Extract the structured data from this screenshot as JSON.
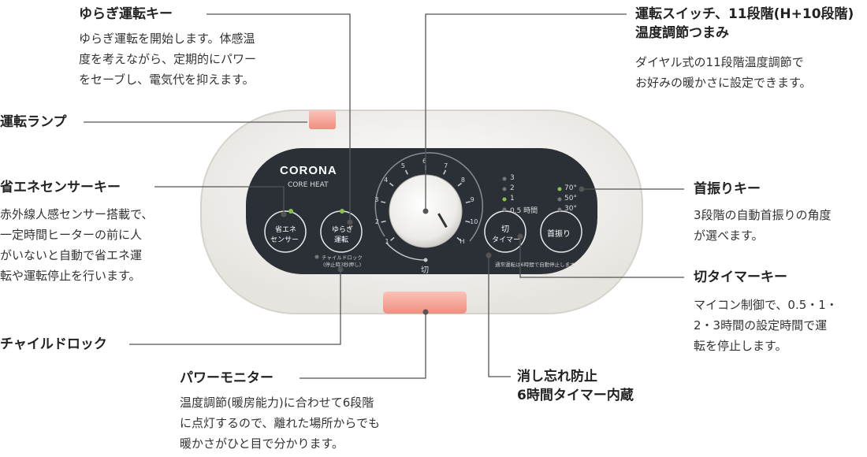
{
  "brand": {
    "name": "CORONA",
    "model": "CORE HEAT"
  },
  "panel": {
    "eco_key_line1": "省エネ",
    "eco_key_line2": "センサー",
    "swing_key_line1": "ゆらぎ",
    "swing_key_line2": "運転",
    "child_lock_line1": "チャイルドロック",
    "child_lock_line2": "(停止時3秒押し)",
    "off_timer_key_line1": "切",
    "off_timer_key_line2": "タイマー",
    "oscillation_key": "首振り",
    "auto_stop_note": "通常運転は6時間で自動停止します",
    "timer_options": [
      "3",
      "2",
      "1",
      "0.5 時間"
    ],
    "angle_options": [
      "70°",
      "50°",
      "30°"
    ],
    "dial_numbers": [
      "1",
      "2",
      "3",
      "4",
      "5",
      "6",
      "7",
      "8",
      "9",
      "10",
      "H"
    ],
    "dial_off_label": "切"
  },
  "callouts": {
    "swing": {
      "title": "ゆらぎ運転キー",
      "body": [
        "ゆらぎ運転を開始します。体感温",
        "度を考えながら、定期的にパワー",
        "をセーブし、電気代を抑えます。"
      ]
    },
    "lamp": {
      "title": "運転ランプ"
    },
    "eco": {
      "title": "省エネセンサーキー",
      "body": [
        "赤外線人感センサー搭載で、",
        "一定時間ヒーターの前に人",
        "がいないと自動で省エネ運",
        "転や運転停止を行います。"
      ]
    },
    "child_lock": {
      "title": "チャイルドロック"
    },
    "power_monitor": {
      "title": "パワーモニター",
      "body": [
        "温度調節(暖房能力)に合わせて6段階",
        "に点灯するので、離れた場所からでも",
        "暖かさがひと目で分かります。"
      ]
    },
    "dial": {
      "title_line1": "運転スイッチ、11段階(H+10段階)",
      "title_line2": "温度調節つまみ",
      "body": [
        "ダイヤル式の11段階温度調節で",
        "お好みの暖かさに設定できます。"
      ]
    },
    "oscillation": {
      "title": "首振りキー",
      "body": [
        "3段階の自動首振りの角度",
        "が選べます。"
      ]
    },
    "off_timer": {
      "title": "切タイマーキー",
      "body": [
        "マイコン制御で、0.5・1・",
        "2・3時間の設定時間で運",
        "転を停止します。"
      ]
    },
    "auto_off": {
      "title_line1": "消し忘れ防止",
      "title_line2": "6時間タイマー内蔵"
    }
  },
  "colors": {
    "panel": "#2b2f36",
    "body": "#f4f3f0",
    "lamp": "#f4a59a",
    "green_led": "#8bc34a",
    "gray_led": "#777777",
    "leader": "#555555"
  }
}
